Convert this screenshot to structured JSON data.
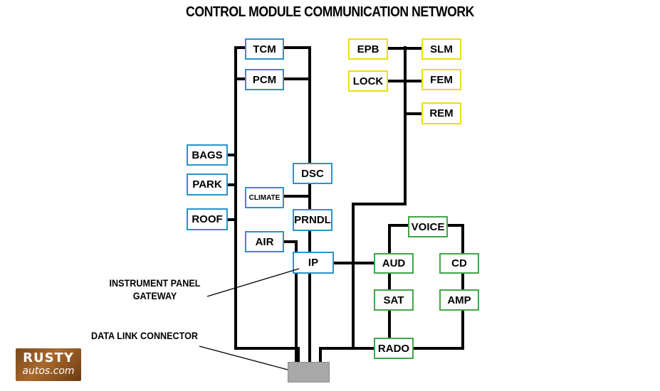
{
  "title": "CONTROL MODULE COMMUNICATION NETWORK",
  "modules": {
    "tcm": "TCM",
    "pcm": "PCM",
    "bags": "BAGS",
    "park": "PARK",
    "roof": "ROOF",
    "dsc": "DSC",
    "climate": "CLIMATE",
    "prndl": "PRNDL",
    "air": "AIR",
    "ip": "IP",
    "epb": "EPB",
    "slm": "SLM",
    "lock": "LOCK",
    "fem": "FEM",
    "rem": "REM",
    "voice": "VOICE",
    "aud": "AUD",
    "cd": "CD",
    "sat": "SAT",
    "amp": "AMP",
    "rado": "RADO"
  },
  "labels": {
    "gateway_line1": "INSTRUMENT PANEL",
    "gateway_line2": "GATEWAY",
    "dlc": "DATA LINK CONNECTOR"
  },
  "logo": {
    "line1": "RUSTY",
    "line2": "autos.com"
  },
  "colors": {
    "blue_border": "#2a93c9",
    "yellow_border": "#ecdf12",
    "green_border": "#43a548",
    "wire": "#000000",
    "connector": "#a8a8a8"
  }
}
